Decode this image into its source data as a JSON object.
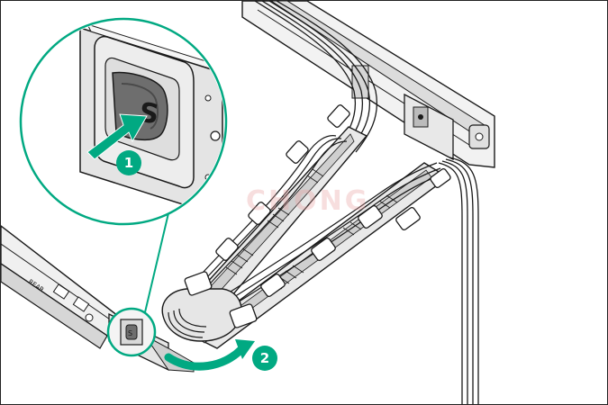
{
  "figure": {
    "callouts": [
      {
        "number": "1"
      },
      {
        "number": "2"
      }
    ],
    "rail_label": "REAR",
    "watermark_text": "CHONG",
    "colors": {
      "accent": "#01a982",
      "line": "#1a1a1a",
      "metal": "#e6e6e6",
      "metal_dark": "#9a9a9a",
      "latch": "#6e6e6e"
    }
  }
}
